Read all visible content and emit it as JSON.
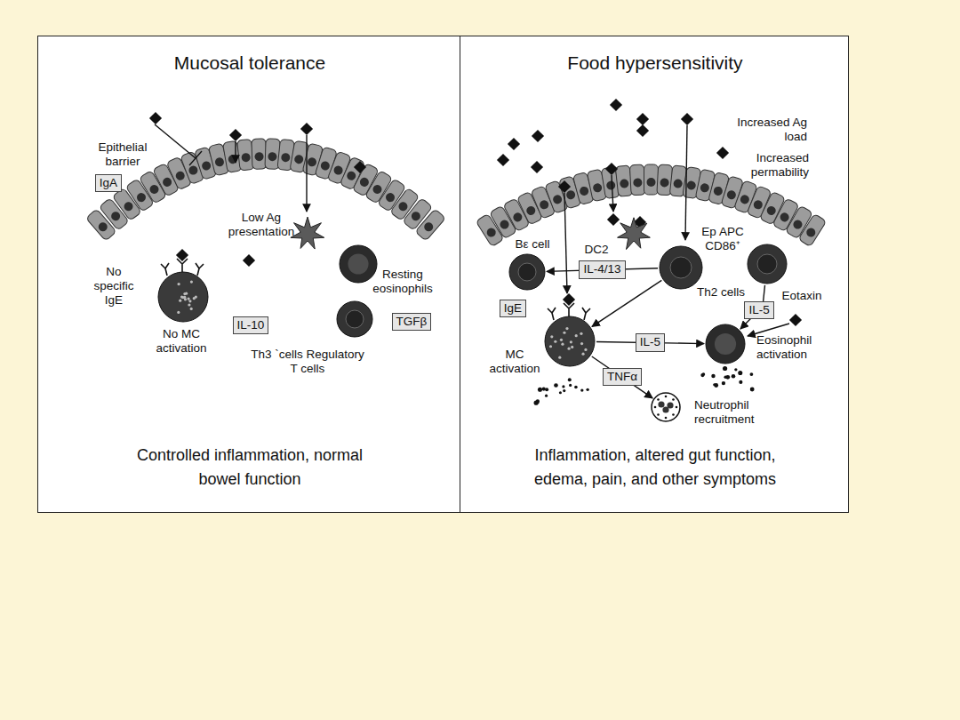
{
  "diagram": {
    "nodes": [
      {
        "text": [
          "Mucosal tolerance",
          "Controlled inflammation, normal bowel function"
        ]
      },
      {
        "text": [
          "Low Ag presentation"
        ],
        "in": 0
      },
      {
        "text": [
          "No MC activation"
        ],
        "in": 0
      },
      {
        "text": [
          "Resting eosinophils"
        ],
        "in": 0
      },
      {
        "text": [
          "Th3 `cells Regulatory T cells"
        ],
        "in": 0
      },
      {
        "text": [
          "Food hypersensitivity",
          "Inflammation, altered gut function, edema, pain, and other symptoms"
        ]
      },
      {
        "text": [
          "Bε cell"
        ],
        "in": 5
      },
      {
        "text": [
          "DC2"
        ],
        "in": 5
      },
      {
        "text": [
          "Ep APC CD86⁺"
        ],
        "in": 5
      },
      {
        "text": [
          "Th2 cells"
        ],
        "in": 5
      },
      {
        "text": [
          "MC activation"
        ],
        "in": 5
      },
      {
        "text": [
          "Eosinophil activation"
        ],
        "in": 5
      },
      {
        "text": [
          "Neutrophil recruitment"
        ],
        "in": 5
      }
    ],
    "edges": [
      {
        "from": 8,
        "to": 6,
        "label": "IL-4/13",
        "arrow": "to"
      },
      {
        "from": 8,
        "to": 10,
        "arrow": "to"
      },
      {
        "from": 9,
        "to": 11,
        "label": "IL-5",
        "arrow": "to"
      },
      {
        "from": 10,
        "to": 11,
        "label": "IL-5",
        "arrow": "to"
      },
      {
        "from": 10,
        "to": 12,
        "label": "TNFα",
        "arrow": "to"
      }
    ],
    "labels": [
      "Epithelial barrier",
      "IgA",
      "No specific IgE",
      "IL-10",
      "TGFβ",
      "Increased Ag load",
      "Increased permability",
      "IgE",
      "Eotaxin"
    ]
  }
}
